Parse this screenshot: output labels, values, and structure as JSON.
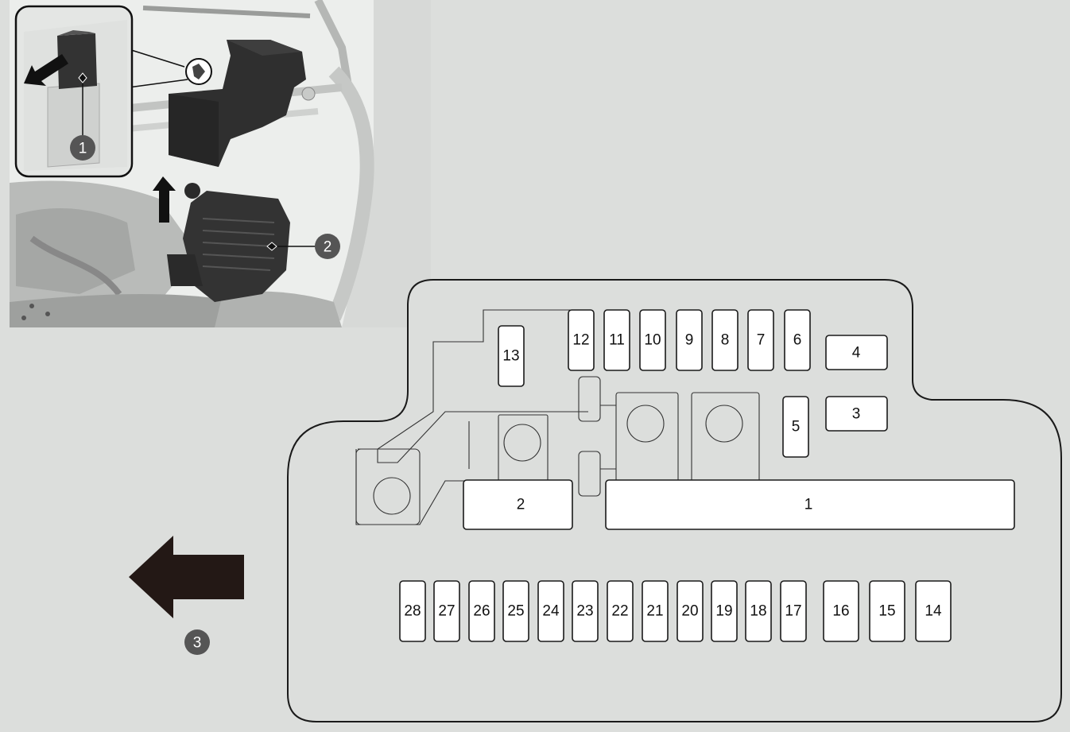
{
  "callouts": {
    "c1": "1",
    "c2": "2",
    "c3": "3"
  },
  "fuses": {
    "f1": "1",
    "f2": "2",
    "f3": "3",
    "f4": "4",
    "f5": "5",
    "f6": "6",
    "f7": "7",
    "f8": "8",
    "f9": "9",
    "f10": "10",
    "f11": "11",
    "f12": "12",
    "f13": "13",
    "f14": "14",
    "f15": "15",
    "f16": "16",
    "f17": "17",
    "f18": "18",
    "f19": "19",
    "f20": "20",
    "f21": "21",
    "f22": "22",
    "f23": "23",
    "f24": "24",
    "f25": "25",
    "f26": "26",
    "f27": "27",
    "f28": "28"
  },
  "colors": {
    "background": "#dcdedc",
    "callout_fill": "#555555",
    "arrow_fill": "#231815"
  }
}
